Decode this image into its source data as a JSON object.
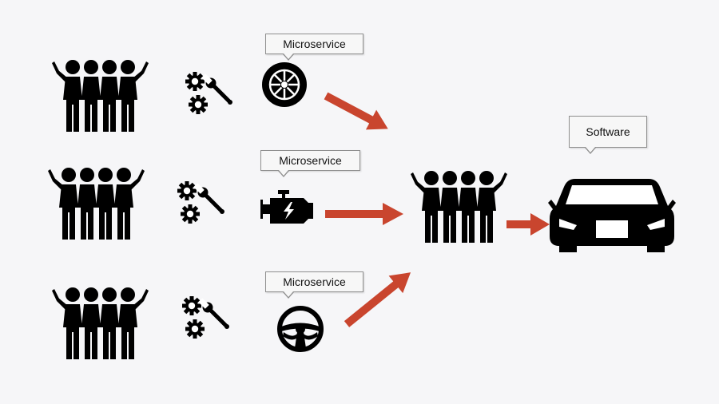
{
  "diagram": {
    "labels": {
      "microservice_1": "Microservice",
      "microservice_2": "Microservice",
      "microservice_3": "Microservice",
      "software": "Software"
    },
    "icons": {
      "team": "people-group-icon",
      "tools": "gears-wrench-icon",
      "microservice_1_part": "tire-icon",
      "microservice_2_part": "engine-icon",
      "microservice_3_part": "steering-wheel-icon",
      "product": "car-icon"
    },
    "colors": {
      "arrow": "#c9452e",
      "figure": "#000000",
      "callout_border": "#8f8f8f",
      "background": "#f6f6f8"
    }
  }
}
